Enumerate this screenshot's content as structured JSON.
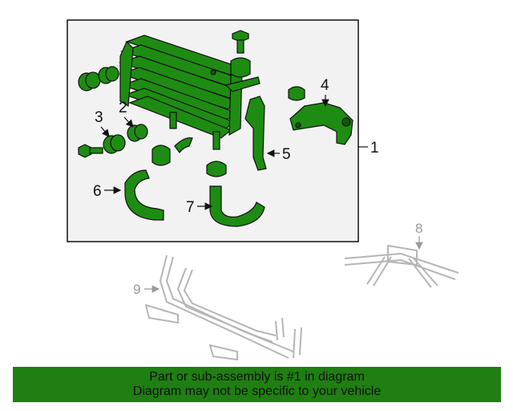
{
  "diagram": {
    "callouts": {
      "c1": "1",
      "c2": "2",
      "c3": "3",
      "c4": "4",
      "c5": "5",
      "c6": "6",
      "c7": "7",
      "c8": "8",
      "c9": "9"
    }
  },
  "banner": {
    "line1": "Part or sub-assembly is #1 in diagram",
    "line2": "Diagram may not be specific to your vehicle"
  },
  "colors": {
    "part_fill": "#1e8c12",
    "part_outline": "#111111",
    "box_background": "#f2f2f2",
    "banner_background": "#1f7f12",
    "ghost_part": "#b5b5b5"
  }
}
